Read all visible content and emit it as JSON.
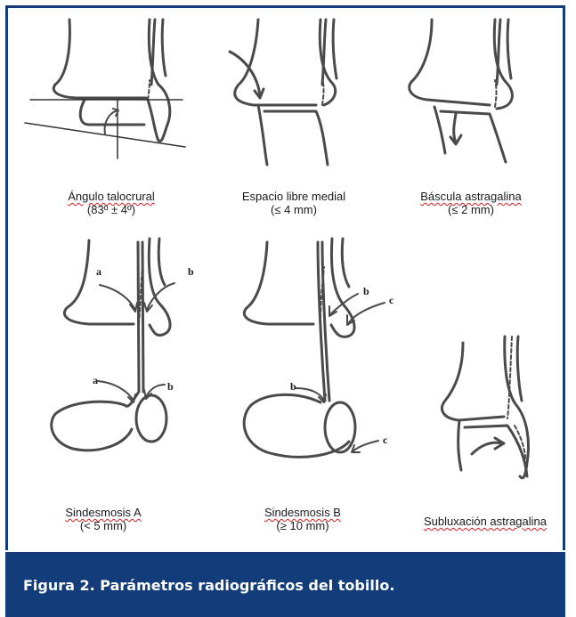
{
  "panels": [
    {
      "title": "Ángulo talocrural",
      "value": "(83º ± 4º)"
    },
    {
      "title": "Espacio libre medial",
      "value": "(≤ 4 mm)"
    },
    {
      "title": "Báscula astragalina",
      "value": "(≤ 2 mm)"
    },
    {
      "title": "Sindesmosis A",
      "value": "(< 5 mm)"
    },
    {
      "title": "Sindesmosis B",
      "value": "(≥ 10 mm)"
    },
    {
      "title": "Subluxación astragalina",
      "value": ""
    }
  ],
  "annotations": {
    "a": "a",
    "b": "b",
    "c": "c"
  },
  "caption": "Figura 2. Parámetros radiográficos del tobillo.",
  "colors": {
    "frame_blue": "#123d7a",
    "ink": "#4a4a4a",
    "caption_text": "#ffffff"
  }
}
